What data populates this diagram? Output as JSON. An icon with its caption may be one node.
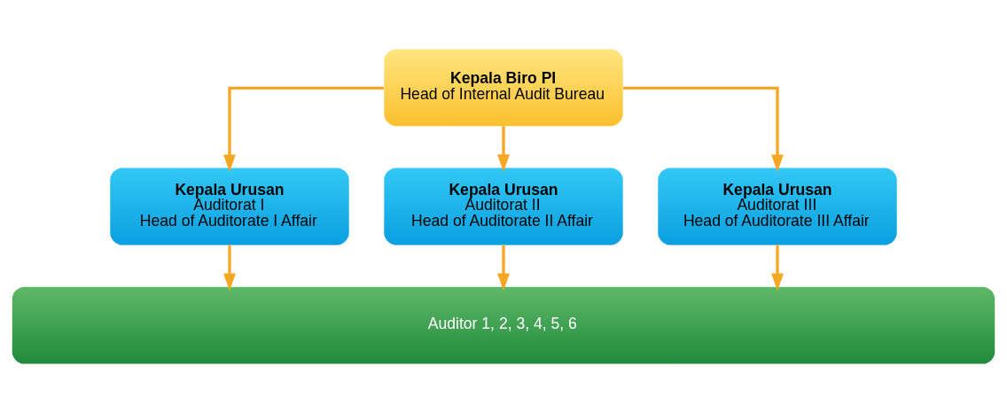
{
  "diagram": {
    "nodes": [
      {
        "text": [
          "Kepala Biro PI",
          "Head of Internal Audit Bureau"
        ]
      },
      {
        "text": [
          "Kepala Urusan",
          "Auditorat I",
          "Head of Auditorate I Affair"
        ]
      },
      {
        "text": [
          "Kepala Urusan",
          "Auditorat II",
          "Head of Auditorate II Affair"
        ]
      },
      {
        "text": [
          "Kepala Urusan",
          "Auditorat III",
          "Head of Auditorate III Affair"
        ]
      },
      {
        "text": [
          "Auditor 1, 2, 3, 4, 5, 6"
        ]
      }
    ],
    "edges": [
      {
        "from": 0,
        "to": 1,
        "arrow": "to"
      },
      {
        "from": 0,
        "to": 2,
        "arrow": "to"
      },
      {
        "from": 0,
        "to": 3,
        "arrow": "to"
      },
      {
        "from": 1,
        "to": 4,
        "arrow": "to"
      },
      {
        "from": 2,
        "to": 4,
        "arrow": "to"
      },
      {
        "from": 3,
        "to": 4,
        "arrow": "to"
      }
    ]
  }
}
